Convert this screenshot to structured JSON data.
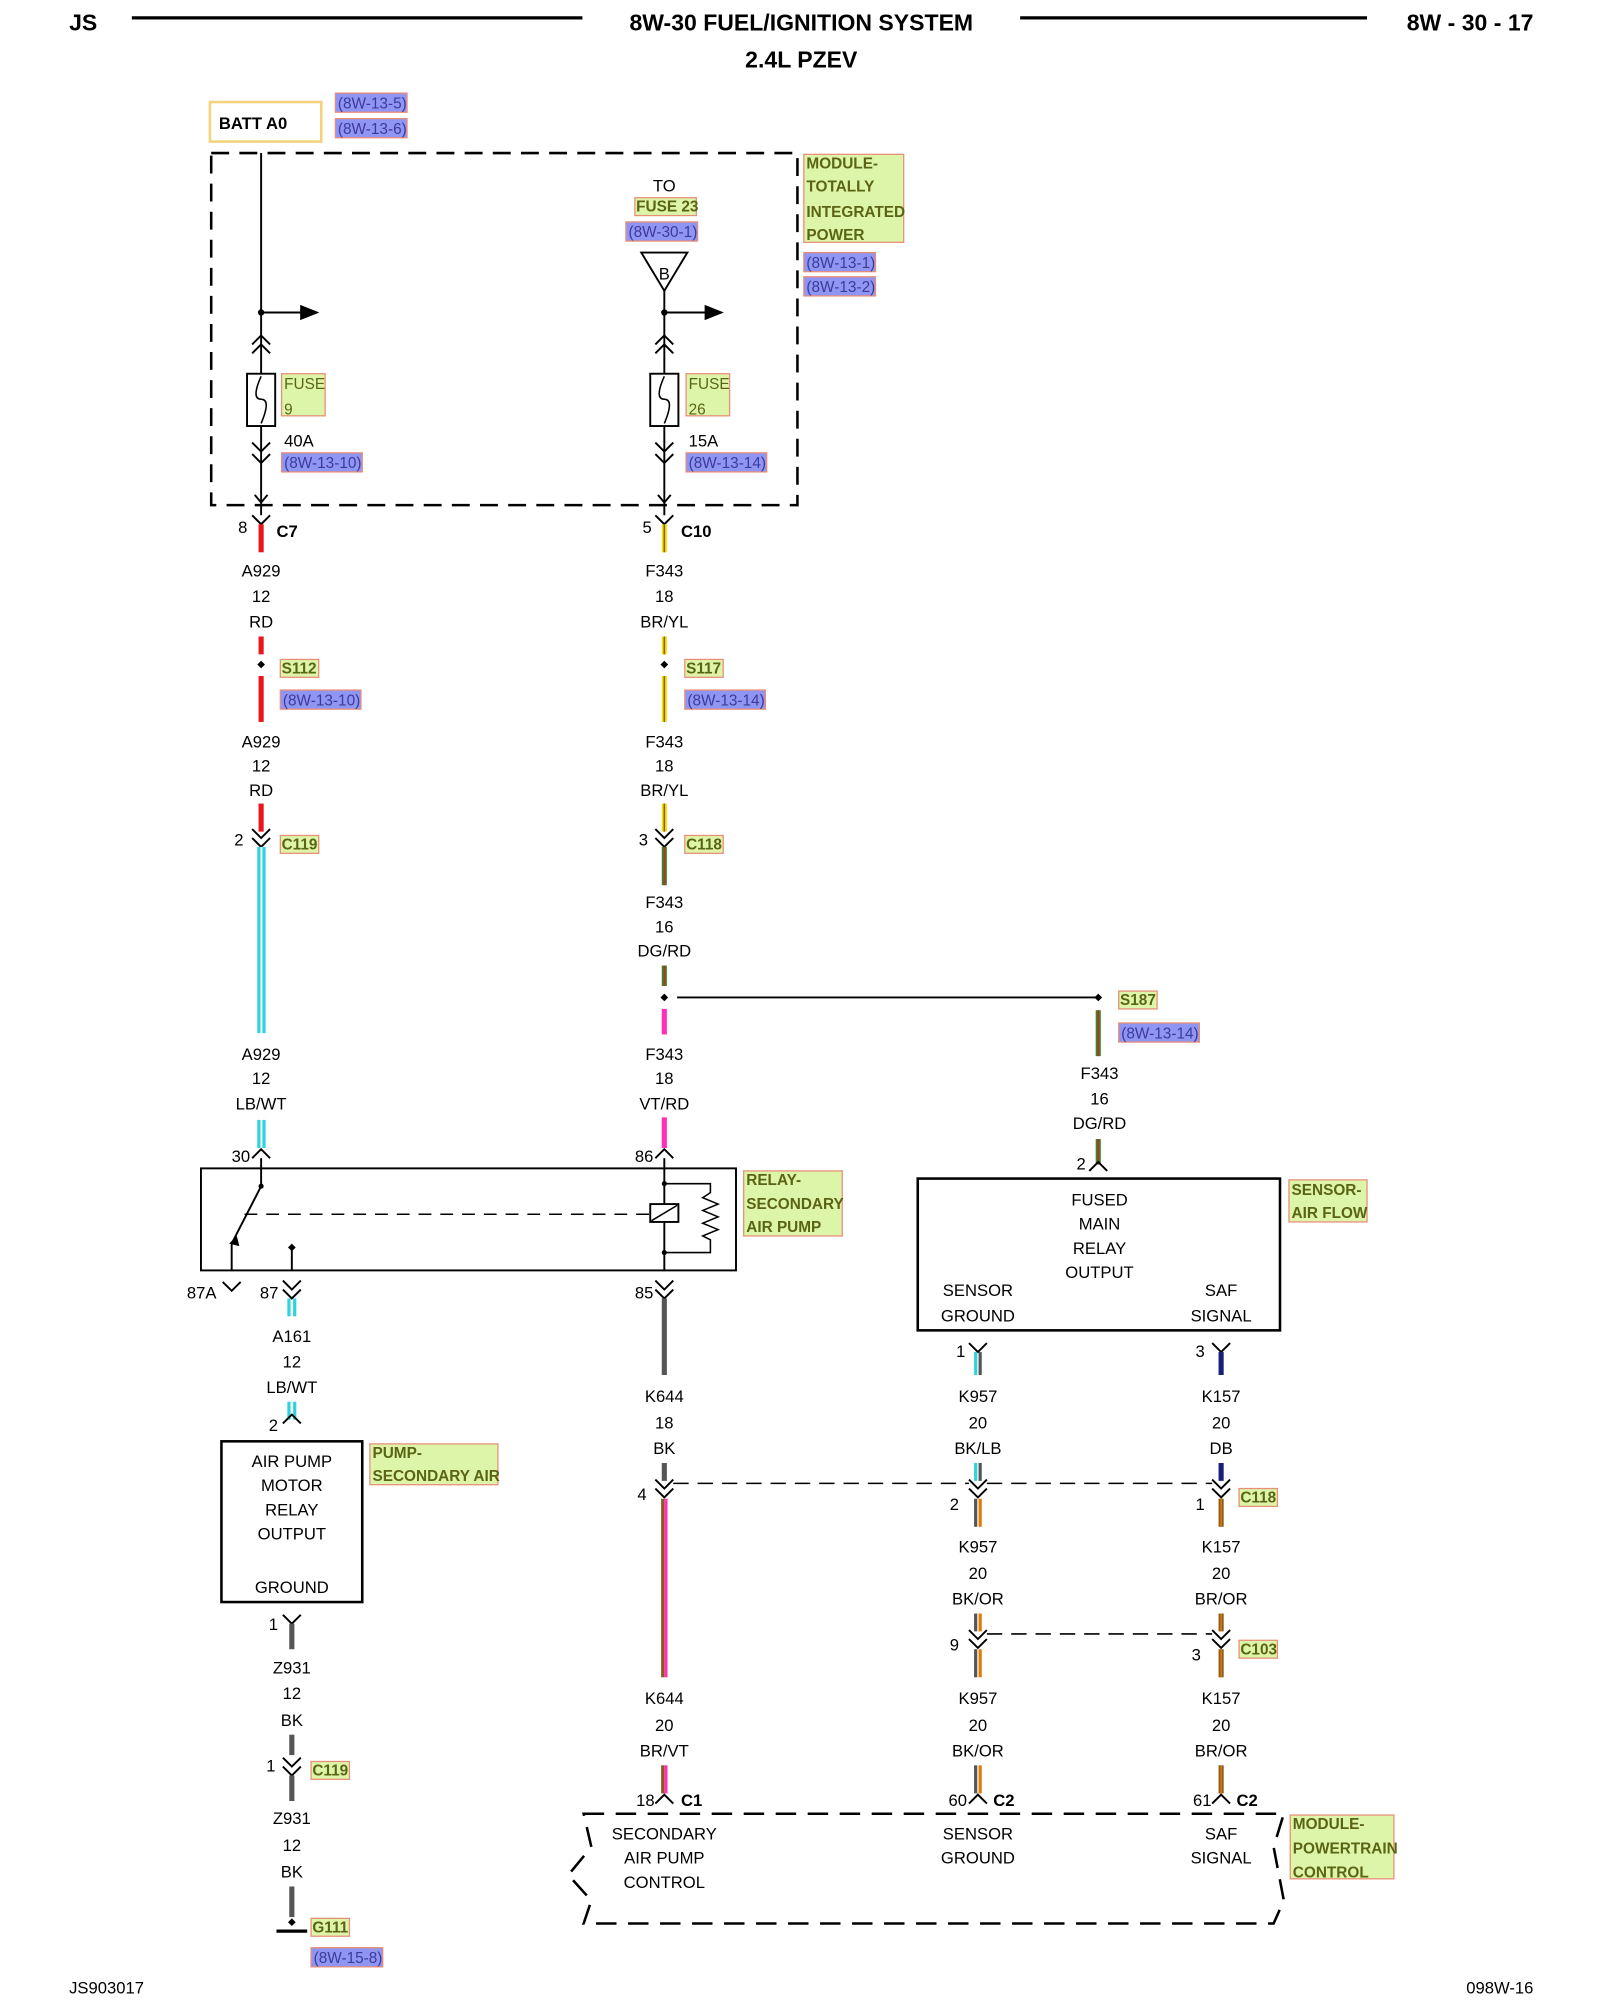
{
  "header": {
    "left": "JS",
    "title": "8W-30 FUEL/IGNITION SYSTEM",
    "subtitle": "2.4L PZEV",
    "right": "8W - 30 - 17"
  },
  "footer": {
    "left": "JS903017",
    "right": "098W-16"
  },
  "colors": {
    "red": "#e8161b",
    "yellow": "#f2e200",
    "brown": "#8b5a1e",
    "green": "#2e8b2e",
    "magenta": "#ff2fb8",
    "cyan": "#2ed3dc",
    "gray": "#555555",
    "navy": "#16207a",
    "orange": "#e07b00",
    "label_blue_bg": "#8f95f2",
    "label_green_bg": "#ddf5a8",
    "label_border": "#e88f78"
  },
  "batt": {
    "label": "BATT A0",
    "refs": [
      "(8W-13-5)",
      "(8W-13-6)"
    ]
  },
  "tipm": {
    "label_lines": [
      "MODULE-",
      "TOTALLY",
      "INTEGRATED",
      "POWER"
    ],
    "refs": [
      "(8W-13-1)",
      "(8W-13-2)"
    ]
  },
  "to_fuse": {
    "to": "TO",
    "fuse": "FUSE 23",
    "ref": "(8W-30-1)",
    "symbol": "B"
  },
  "fuse9": {
    "name": "FUSE",
    "num": "9",
    "amps": "40A",
    "ref": "(8W-13-10)"
  },
  "fuse26": {
    "name": "FUSE",
    "num": "26",
    "amps": "15A",
    "ref": "(8W-13-14)"
  },
  "c7": {
    "pin": "8",
    "name": "C7"
  },
  "c10": {
    "pin": "5",
    "name": "C10"
  },
  "w_a929_1": [
    "A929",
    "12",
    "RD"
  ],
  "w_f343_1": [
    "F343",
    "18",
    "BR/YL"
  ],
  "s112": {
    "name": "S112",
    "ref": "(8W-13-10)"
  },
  "s117": {
    "name": "S117",
    "ref": "(8W-13-14)"
  },
  "w_a929_2": [
    "A929",
    "12",
    "RD"
  ],
  "w_f343_2": [
    "F343",
    "18",
    "BR/YL"
  ],
  "c119a": {
    "pin": "2",
    "name": "C119"
  },
  "c118a": {
    "pin": "3",
    "name": "C118"
  },
  "w_f343_3": [
    "F343",
    "16",
    "DG/RD"
  ],
  "s187": {
    "name": "S187",
    "ref": "(8W-13-14)"
  },
  "w_a929_3": [
    "A929",
    "12",
    "LB/WT"
  ],
  "w_f343_4": [
    "F343",
    "18",
    "VT/RD"
  ],
  "w_f343_5": [
    "F343",
    "16",
    "DG/RD"
  ],
  "relay": {
    "pin30": "30",
    "pin86": "86",
    "pin87a": "87A",
    "pin87": "87",
    "pin85": "85",
    "label_lines": [
      "RELAY-",
      "SECONDARY",
      "AIR PUMP"
    ]
  },
  "saf": {
    "pin2": "2",
    "text_lines": [
      "FUSED",
      "MAIN",
      "RELAY",
      "OUTPUT"
    ],
    "left_lines": [
      "SENSOR",
      "GROUND"
    ],
    "right_lines": [
      "SAF",
      "SIGNAL"
    ],
    "label_lines": [
      "SENSOR-",
      "AIR FLOW"
    ],
    "pin1": "1",
    "pin3": "3"
  },
  "w_a161": [
    "A161",
    "12",
    "LB/WT"
  ],
  "pump": {
    "pin2": "2",
    "text_lines": [
      "AIR PUMP",
      "MOTOR",
      "RELAY",
      "OUTPUT"
    ],
    "ground": "GROUND",
    "label_lines": [
      "PUMP-",
      "SECONDARY AIR"
    ],
    "pin1": "1"
  },
  "w_k644_1": [
    "K644",
    "18",
    "BK"
  ],
  "w_k957_1": [
    "K957",
    "20",
    "BK/LB"
  ],
  "w_k157_1": [
    "K157",
    "20",
    "DB"
  ],
  "c118b": {
    "pin_k644": "4",
    "pin_k957": "2",
    "pin_k157": "1",
    "name": "C118"
  },
  "w_k957_2": [
    "K957",
    "20",
    "BK/OR"
  ],
  "w_k157_2": [
    "K157",
    "20",
    "BR/OR"
  ],
  "c103": {
    "pin_k957": "9",
    "pin_k157": "3",
    "name": "C103"
  },
  "w_z931_1": [
    "Z931",
    "12",
    "BK"
  ],
  "c119b": {
    "pin": "1",
    "name": "C119"
  },
  "w_z931_2": [
    "Z931",
    "12",
    "BK"
  ],
  "g111": {
    "name": "G111",
    "ref": "(8W-15-8)"
  },
  "w_k644_2": [
    "K644",
    "20",
    "BR/VT"
  ],
  "w_k957_3": [
    "K957",
    "20",
    "BK/OR"
  ],
  "w_k157_3": [
    "K157",
    "20",
    "BR/OR"
  ],
  "pcm": {
    "c1": {
      "pin": "18",
      "name": "C1"
    },
    "c2a": {
      "pin": "60",
      "name": "C2"
    },
    "c2b": {
      "pin": "61",
      "name": "C2"
    },
    "left_lines": [
      "SECONDARY",
      "AIR PUMP",
      "CONTROL"
    ],
    "mid_lines": [
      "SENSOR",
      "GROUND"
    ],
    "right_lines": [
      "SAF",
      "SIGNAL"
    ],
    "label_lines": [
      "MODULE-",
      "POWERTRAIN",
      "CONTROL"
    ]
  }
}
